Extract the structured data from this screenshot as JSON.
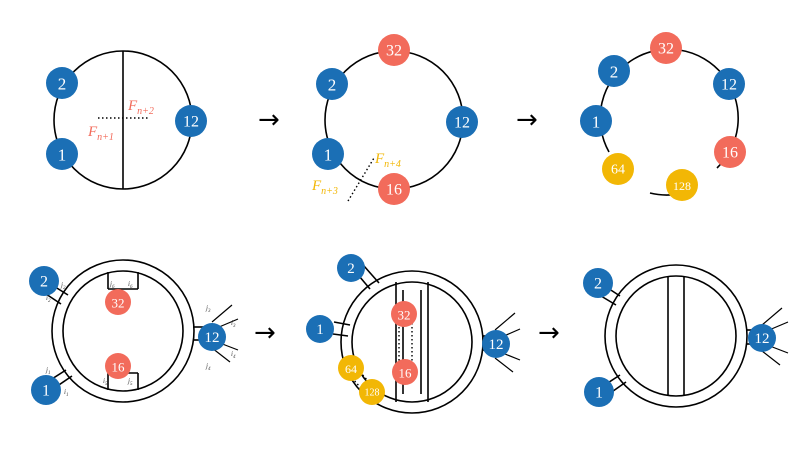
{
  "colors": {
    "blue": "#1b6fb5",
    "red": "#f26b5b",
    "yellow": "#f2b705"
  },
  "arrow_glyph": "→",
  "top_row": {
    "panel1": {
      "labels": {
        "upper": "2",
        "lower": "1",
        "right": "12"
      },
      "f_upper": "F",
      "f_upper_sub": "n+2",
      "f_lower": "F",
      "f_lower_sub": "n+1"
    },
    "panel2": {
      "labels": {
        "top": "32",
        "left_upper": "2",
        "left_lower": "1",
        "right": "12",
        "bottom": "16"
      },
      "f_upper": "F",
      "f_upper_sub": "n+4",
      "f_lower": "F",
      "f_lower_sub": "n+3"
    },
    "panel3": {
      "labels": {
        "top": "32",
        "upper_left": "2",
        "left": "1",
        "right_upper": "12",
        "right_lower": "16",
        "bottom_left": "64",
        "bottom_right": "128"
      }
    }
  },
  "bottom_row": {
    "panel4": {
      "labels": {
        "two": "2",
        "one": "1",
        "twelve": "12",
        "thirtytwo": "32",
        "sixteen": "16"
      },
      "indices": {
        "i2": "i",
        "i2s": "2",
        "j2": "j",
        "j2s": "2",
        "i1": "i",
        "i1s": "1",
        "j1": "j",
        "j1s": "1",
        "j3a": "j",
        "j3as": "3",
        "i3": "i",
        "i3s": "3",
        "j4": "j",
        "j4s": "4",
        "i4": "i",
        "i4s": "4",
        "j6": "j",
        "j6s": "6",
        "i6": "i",
        "i6s": "6",
        "i5": "i",
        "i5s": "5",
        "j5": "j",
        "j5s": "5"
      }
    },
    "panel5": {
      "labels": {
        "two": "2",
        "one": "1",
        "twelve": "12",
        "thirtytwo": "32",
        "sixteen": "16",
        "sixtyfour": "64",
        "onetwentyeight": "128"
      }
    },
    "panel6": {
      "labels": {
        "two": "2",
        "one": "1",
        "twelve": "12"
      }
    }
  }
}
